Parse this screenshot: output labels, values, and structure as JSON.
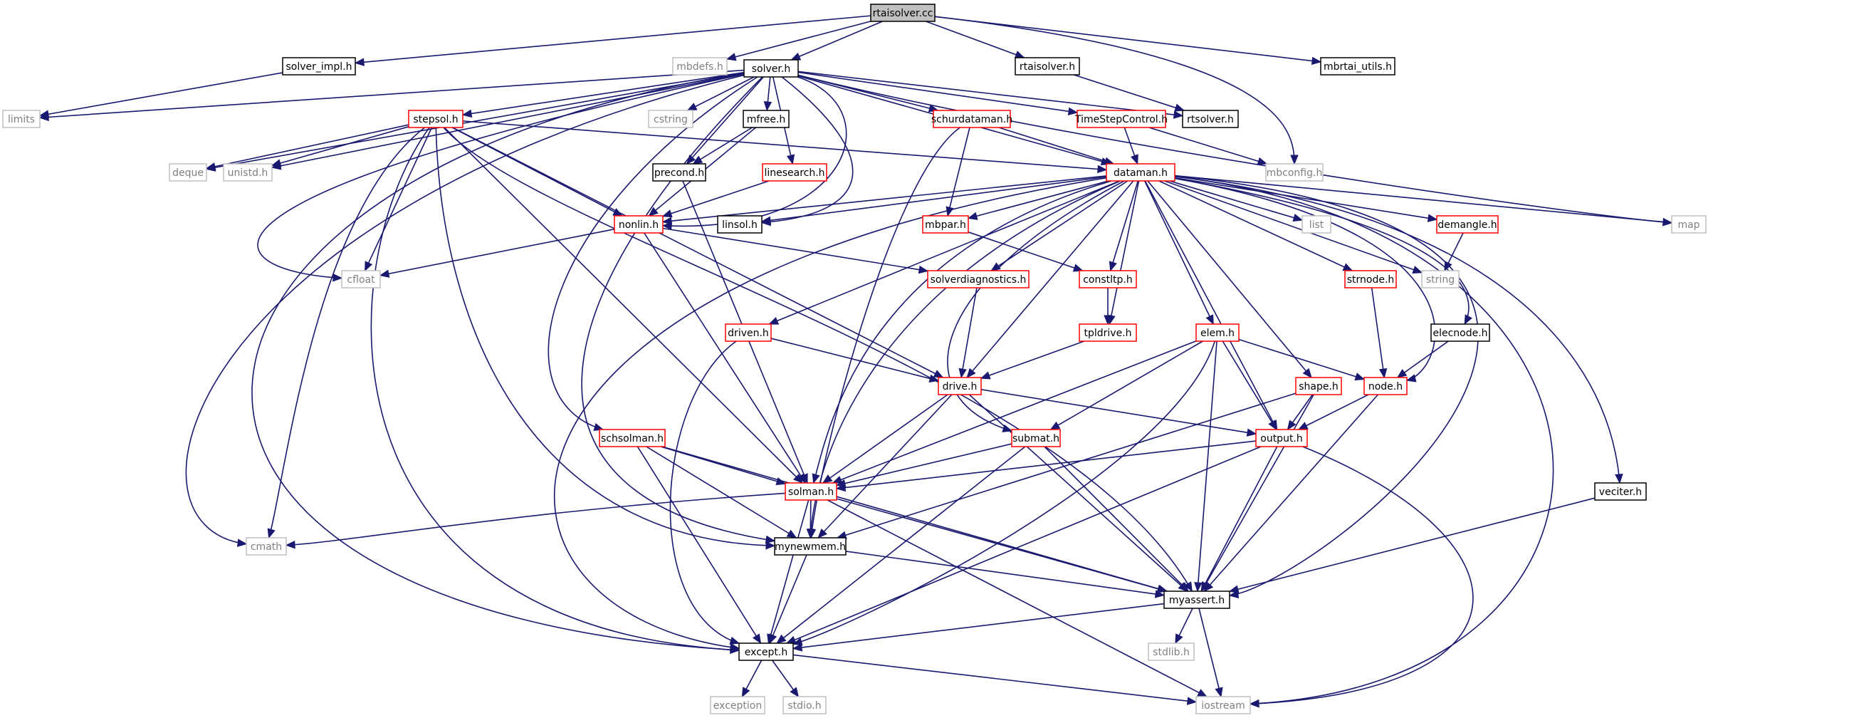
{
  "diagram": {
    "kind": "include-dependency-graph",
    "colors": {
      "edge": "#191970",
      "border_documented": "#000000",
      "border_with_missing_deps": "#ff0000",
      "border_external": "#bfbfbf",
      "text_external": "#808080",
      "text_default": "#000000",
      "root_fill": "#c0c0c0",
      "node_fill": "#ffffff"
    },
    "nodes": [
      {
        "id": "rtaisolver_cc",
        "label": "rtaisolver.cc",
        "style": "root"
      },
      {
        "id": "solver_impl_h",
        "label": "solver_impl.h",
        "style": "black"
      },
      {
        "id": "mbdefs_h",
        "label": "mbdefs.h",
        "style": "gray"
      },
      {
        "id": "solver_h",
        "label": "solver.h",
        "style": "black"
      },
      {
        "id": "rtaisolver_h",
        "label": "rtaisolver.h",
        "style": "black"
      },
      {
        "id": "mbrtai_utils_h",
        "label": "mbrtai_utils.h",
        "style": "black"
      },
      {
        "id": "limits",
        "label": "limits",
        "style": "gray"
      },
      {
        "id": "stepsol_h",
        "label": "stepsol.h",
        "style": "red"
      },
      {
        "id": "cstring",
        "label": "cstring",
        "style": "gray"
      },
      {
        "id": "mfree_h",
        "label": "mfree.h",
        "style": "black"
      },
      {
        "id": "schurdataman_h",
        "label": "schurdataman.h",
        "style": "red"
      },
      {
        "id": "timestepcontrol_h",
        "label": "TimeStepControl.h",
        "style": "red"
      },
      {
        "id": "rtsolver_h",
        "label": "rtsolver.h",
        "style": "black"
      },
      {
        "id": "deque",
        "label": "deque",
        "style": "gray"
      },
      {
        "id": "unistd_h",
        "label": "unistd.h",
        "style": "gray"
      },
      {
        "id": "precond_h",
        "label": "precond.h",
        "style": "black"
      },
      {
        "id": "linesearch_h",
        "label": "linesearch.h",
        "style": "red"
      },
      {
        "id": "dataman_h",
        "label": "dataman.h",
        "style": "red"
      },
      {
        "id": "mbconfig_h",
        "label": "mbconfig.h",
        "style": "gray"
      },
      {
        "id": "nonlin_h",
        "label": "nonlin.h",
        "style": "red"
      },
      {
        "id": "linsol_h",
        "label": "linsol.h",
        "style": "black"
      },
      {
        "id": "mbpar_h",
        "label": "mbpar.h",
        "style": "red"
      },
      {
        "id": "list",
        "label": "list",
        "style": "gray"
      },
      {
        "id": "demangle_h",
        "label": "demangle.h",
        "style": "red"
      },
      {
        "id": "map",
        "label": "map",
        "style": "gray"
      },
      {
        "id": "cfloat",
        "label": "cfloat",
        "style": "gray"
      },
      {
        "id": "solverdiagnostics_h",
        "label": "solverdiagnostics.h",
        "style": "red"
      },
      {
        "id": "constltp_h",
        "label": "constltp.h",
        "style": "red"
      },
      {
        "id": "strnode_h",
        "label": "strnode.h",
        "style": "red"
      },
      {
        "id": "string",
        "label": "string",
        "style": "gray"
      },
      {
        "id": "driven_h",
        "label": "driven.h",
        "style": "red"
      },
      {
        "id": "tpldrive_h",
        "label": "tpldrive.h",
        "style": "red"
      },
      {
        "id": "elem_h",
        "label": "elem.h",
        "style": "red"
      },
      {
        "id": "elecnode_h",
        "label": "elecnode.h",
        "style": "black"
      },
      {
        "id": "drive_h",
        "label": "drive.h",
        "style": "red"
      },
      {
        "id": "shape_h",
        "label": "shape.h",
        "style": "red"
      },
      {
        "id": "node_h",
        "label": "node.h",
        "style": "red"
      },
      {
        "id": "schsolman_h",
        "label": "schsolman.h",
        "style": "red"
      },
      {
        "id": "submat_h",
        "label": "submat.h",
        "style": "red"
      },
      {
        "id": "output_h",
        "label": "output.h",
        "style": "red"
      },
      {
        "id": "veciter_h",
        "label": "veciter.h",
        "style": "black"
      },
      {
        "id": "solman_h",
        "label": "solman.h",
        "style": "red"
      },
      {
        "id": "cmath",
        "label": "cmath",
        "style": "gray"
      },
      {
        "id": "mynewmem_h",
        "label": "mynewmem.h",
        "style": "black"
      },
      {
        "id": "myassert_h",
        "label": "myassert.h",
        "style": "black"
      },
      {
        "id": "stdlib_h",
        "label": "stdlib.h",
        "style": "gray"
      },
      {
        "id": "except_h",
        "label": "except.h",
        "style": "black"
      },
      {
        "id": "exception",
        "label": "exception",
        "style": "gray"
      },
      {
        "id": "stdio_h",
        "label": "stdio.h",
        "style": "gray"
      },
      {
        "id": "iostream",
        "label": "iostream",
        "style": "gray"
      }
    ],
    "edges": [
      [
        "rtaisolver_cc",
        "solver_impl_h"
      ],
      [
        "rtaisolver_cc",
        "mbdefs_h"
      ],
      [
        "rtaisolver_cc",
        "solver_h"
      ],
      [
        "rtaisolver_cc",
        "rtaisolver_h"
      ],
      [
        "rtaisolver_cc",
        "mbrtai_utils_h"
      ],
      [
        "rtaisolver_cc",
        "mbconfig_h"
      ],
      [
        "solver_impl_h",
        "limits"
      ],
      [
        "rtaisolver_h",
        "rtsolver_h"
      ],
      [
        "solver_h",
        "limits"
      ],
      [
        "solver_h",
        "stepsol_h"
      ],
      [
        "solver_h",
        "cstring"
      ],
      [
        "solver_h",
        "mfree_h"
      ],
      [
        "solver_h",
        "schurdataman_h"
      ],
      [
        "solver_h",
        "timestepcontrol_h"
      ],
      [
        "solver_h",
        "rtsolver_h"
      ],
      [
        "solver_h",
        "deque"
      ],
      [
        "solver_h",
        "unistd_h"
      ],
      [
        "solver_h",
        "precond_h"
      ],
      [
        "solver_h",
        "linesearch_h"
      ],
      [
        "solver_h",
        "dataman_h"
      ],
      [
        "solver_h",
        "nonlin_h"
      ],
      [
        "solver_h",
        "linsol_h"
      ],
      [
        "solver_h",
        "map"
      ],
      [
        "solver_h",
        "cfloat"
      ],
      [
        "solver_h",
        "cmath"
      ],
      [
        "solver_h",
        "schsolman_h"
      ],
      [
        "solver_h",
        "mynewmem_h"
      ],
      [
        "solver_h",
        "except_h"
      ],
      [
        "stepsol_h",
        "deque"
      ],
      [
        "stepsol_h",
        "unistd_h"
      ],
      [
        "stepsol_h",
        "cfloat"
      ],
      [
        "stepsol_h",
        "cmath"
      ],
      [
        "stepsol_h",
        "nonlin_h"
      ],
      [
        "stepsol_h",
        "dataman_h"
      ],
      [
        "stepsol_h",
        "drive_h"
      ],
      [
        "stepsol_h",
        "solman_h"
      ],
      [
        "stepsol_h",
        "mynewmem_h"
      ],
      [
        "stepsol_h",
        "except_h"
      ],
      [
        "stepsol_h",
        "myassert_h"
      ],
      [
        "mfree_h",
        "precond_h"
      ],
      [
        "mfree_h",
        "nonlin_h"
      ],
      [
        "schurdataman_h",
        "dataman_h"
      ],
      [
        "schurdataman_h",
        "mbpar_h"
      ],
      [
        "schurdataman_h",
        "mynewmem_h"
      ],
      [
        "timestepcontrol_h",
        "dataman_h"
      ],
      [
        "timestepcontrol_h",
        "mbconfig_h"
      ],
      [
        "precond_h",
        "solman_h"
      ],
      [
        "linesearch_h",
        "nonlin_h"
      ],
      [
        "dataman_h",
        "nonlin_h"
      ],
      [
        "dataman_h",
        "linsol_h"
      ],
      [
        "dataman_h",
        "mbpar_h"
      ],
      [
        "dataman_h",
        "list"
      ],
      [
        "dataman_h",
        "demangle_h"
      ],
      [
        "dataman_h",
        "map"
      ],
      [
        "dataman_h",
        "string"
      ],
      [
        "dataman_h",
        "solverdiagnostics_h"
      ],
      [
        "dataman_h",
        "constltp_h"
      ],
      [
        "dataman_h",
        "strnode_h"
      ],
      [
        "dataman_h",
        "driven_h"
      ],
      [
        "dataman_h",
        "tpldrive_h"
      ],
      [
        "dataman_h",
        "elem_h"
      ],
      [
        "dataman_h",
        "elecnode_h"
      ],
      [
        "dataman_h",
        "drive_h"
      ],
      [
        "dataman_h",
        "shape_h"
      ],
      [
        "dataman_h",
        "node_h"
      ],
      [
        "dataman_h",
        "submat_h"
      ],
      [
        "dataman_h",
        "output_h"
      ],
      [
        "dataman_h",
        "veciter_h"
      ],
      [
        "dataman_h",
        "solman_h"
      ],
      [
        "dataman_h",
        "mynewmem_h"
      ],
      [
        "dataman_h",
        "myassert_h"
      ],
      [
        "dataman_h",
        "except_h"
      ],
      [
        "dataman_h",
        "iostream"
      ],
      [
        "nonlin_h",
        "cfloat"
      ],
      [
        "nonlin_h",
        "solverdiagnostics_h"
      ],
      [
        "nonlin_h",
        "solman_h"
      ],
      [
        "mbpar_h",
        "constltp_h"
      ],
      [
        "demangle_h",
        "string"
      ],
      [
        "solverdiagnostics_h",
        "drive_h"
      ],
      [
        "constltp_h",
        "tpldrive_h"
      ],
      [
        "strnode_h",
        "node_h"
      ],
      [
        "driven_h",
        "drive_h"
      ],
      [
        "driven_h",
        "except_h"
      ],
      [
        "tpldrive_h",
        "drive_h"
      ],
      [
        "elem_h",
        "node_h"
      ],
      [
        "elem_h",
        "submat_h"
      ],
      [
        "elem_h",
        "output_h"
      ],
      [
        "elem_h",
        "solman_h"
      ],
      [
        "elem_h",
        "myassert_h"
      ],
      [
        "elem_h",
        "except_h"
      ],
      [
        "elecnode_h",
        "node_h"
      ],
      [
        "drive_h",
        "output_h"
      ],
      [
        "drive_h",
        "solman_h"
      ],
      [
        "drive_h",
        "mynewmem_h"
      ],
      [
        "drive_h",
        "myassert_h"
      ],
      [
        "shape_h",
        "output_h"
      ],
      [
        "shape_h",
        "mynewmem_h"
      ],
      [
        "shape_h",
        "myassert_h"
      ],
      [
        "node_h",
        "output_h"
      ],
      [
        "node_h",
        "myassert_h"
      ],
      [
        "schsolman_h",
        "solman_h"
      ],
      [
        "schsolman_h",
        "mynewmem_h"
      ],
      [
        "schsolman_h",
        "except_h"
      ],
      [
        "schsolman_h",
        "myassert_h"
      ],
      [
        "submat_h",
        "solman_h"
      ],
      [
        "submat_h",
        "except_h"
      ],
      [
        "submat_h",
        "myassert_h"
      ],
      [
        "output_h",
        "solman_h"
      ],
      [
        "output_h",
        "myassert_h"
      ],
      [
        "output_h",
        "except_h"
      ],
      [
        "output_h",
        "iostream"
      ],
      [
        "veciter_h",
        "myassert_h"
      ],
      [
        "solman_h",
        "cmath"
      ],
      [
        "solman_h",
        "mynewmem_h"
      ],
      [
        "solman_h",
        "except_h"
      ],
      [
        "solman_h",
        "myassert_h"
      ],
      [
        "solman_h",
        "iostream"
      ],
      [
        "mynewmem_h",
        "myassert_h"
      ],
      [
        "mynewmem_h",
        "except_h"
      ],
      [
        "myassert_h",
        "stdlib_h"
      ],
      [
        "myassert_h",
        "except_h"
      ],
      [
        "myassert_h",
        "iostream"
      ],
      [
        "except_h",
        "exception"
      ],
      [
        "except_h",
        "stdio_h"
      ],
      [
        "except_h",
        "iostream"
      ]
    ]
  }
}
